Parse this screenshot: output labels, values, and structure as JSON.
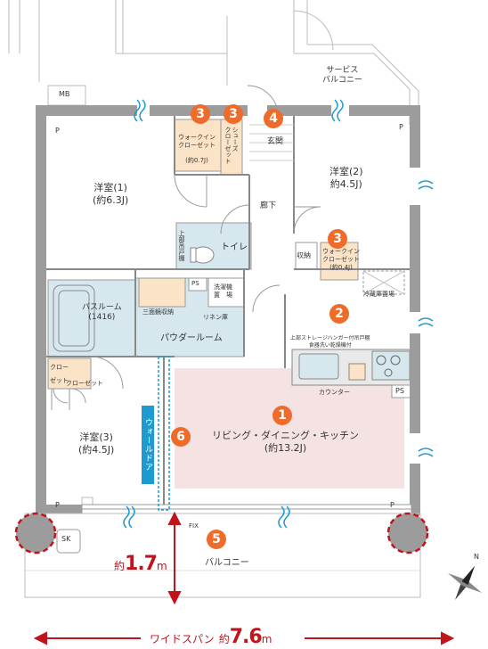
{
  "rooms": {
    "western1": {
      "name": "洋室(1)",
      "size": "(約6.3J)"
    },
    "western2": {
      "name": "洋室(2)",
      "size": "約4.5J)"
    },
    "western3": {
      "name": "洋室(3)",
      "size": "(約4.5J)"
    },
    "ldk": {
      "name": "リビング・ダイニング・キッチン",
      "size": "(約13.2J)"
    },
    "bathroom": {
      "name": "バスルーム",
      "size": "(1416)"
    },
    "powder": "パウダールーム",
    "toilet": "トイレ",
    "hallway": "廊下",
    "entrance": "玄関",
    "balcony": "バルコニー",
    "service_balcony": [
      "サービス",
      "バルコニー"
    ]
  },
  "storage": {
    "wic1": [
      "ウォークイン",
      "クローゼット",
      "(約0.7J)"
    ],
    "shoe": [
      "シューズ",
      "クローゼット"
    ],
    "wic2": [
      "ウォークイン",
      "クローゼット",
      "(約0.4J)"
    ],
    "closet1": [
      "クロー",
      "ゼット"
    ],
    "closet2": "クローゼット",
    "storage": "収納",
    "upper_shelf": "上部吊戸棚",
    "washer": [
      "洗濯機",
      "置　場"
    ],
    "linen": "リネン庫",
    "mirror": "三面鏡収納",
    "fridge": "冷蔵庫置場",
    "kitchen_storage": [
      "上部ストレージハンガー付吊戸棚",
      "食器洗い乾燥機付"
    ],
    "counter": "カウンター"
  },
  "small_labels": {
    "mb": "MB",
    "p": "P",
    "ps": "PS",
    "sk": "SK",
    "fix": "FIX"
  },
  "walldoor": "ウォールドア",
  "badges": [
    "3",
    "3",
    "4",
    "3",
    "2",
    "1",
    "5",
    "6"
  ],
  "dimensions": {
    "depth_prefix": "約",
    "depth_value": "1.7",
    "depth_unit": "m",
    "span_label": "ワイドスパン",
    "span_prefix": "約",
    "span_value": "7.6",
    "span_unit": "m"
  },
  "compass": "N",
  "colors": {
    "wall": "#9c9c9c",
    "storage": "#fbe3c7",
    "wet": "#d6e8ee",
    "ldk": "#f5e2e2",
    "accent": "#ef6b2a",
    "red": "#c1131b",
    "blue": "#1d9bd0"
  }
}
